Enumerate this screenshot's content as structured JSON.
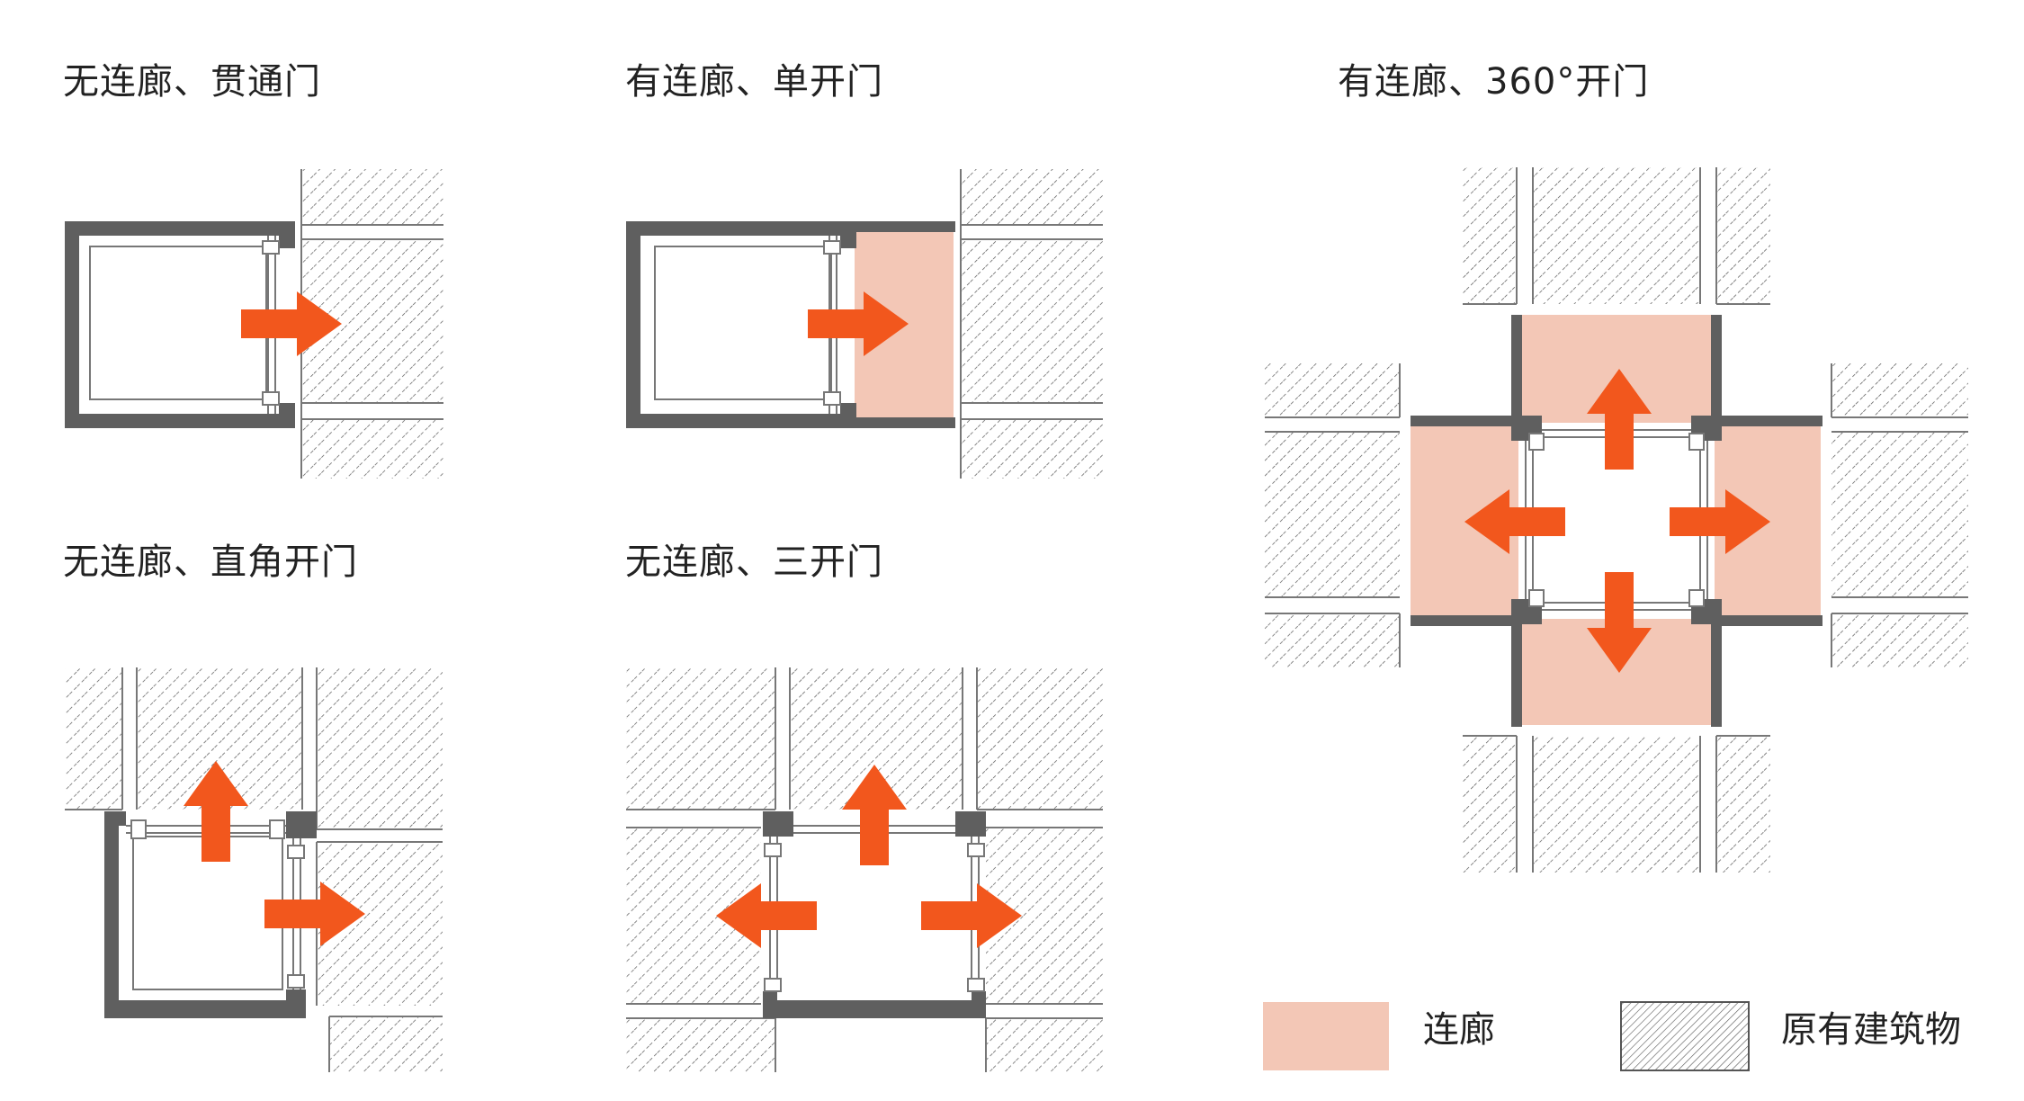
{
  "titles": {
    "panel1": "无连廊、贯通门",
    "panel2": "有连廊、单开门",
    "panel3": "有连廊、360°开门",
    "panel4": "无连廊、直角开门",
    "panel5": "无连廊、三开门"
  },
  "legend": {
    "corridor": "连廊",
    "existing_building": "原有建筑物"
  },
  "colors": {
    "wall": "#5f5f5f",
    "corridor_fill": "#f3c7b6",
    "arrow": "#f2571d",
    "hatch_line": "#555555",
    "text": "#222222"
  },
  "icons": {
    "arrow": "arrow-icon",
    "hatch": "hatch-pattern"
  }
}
